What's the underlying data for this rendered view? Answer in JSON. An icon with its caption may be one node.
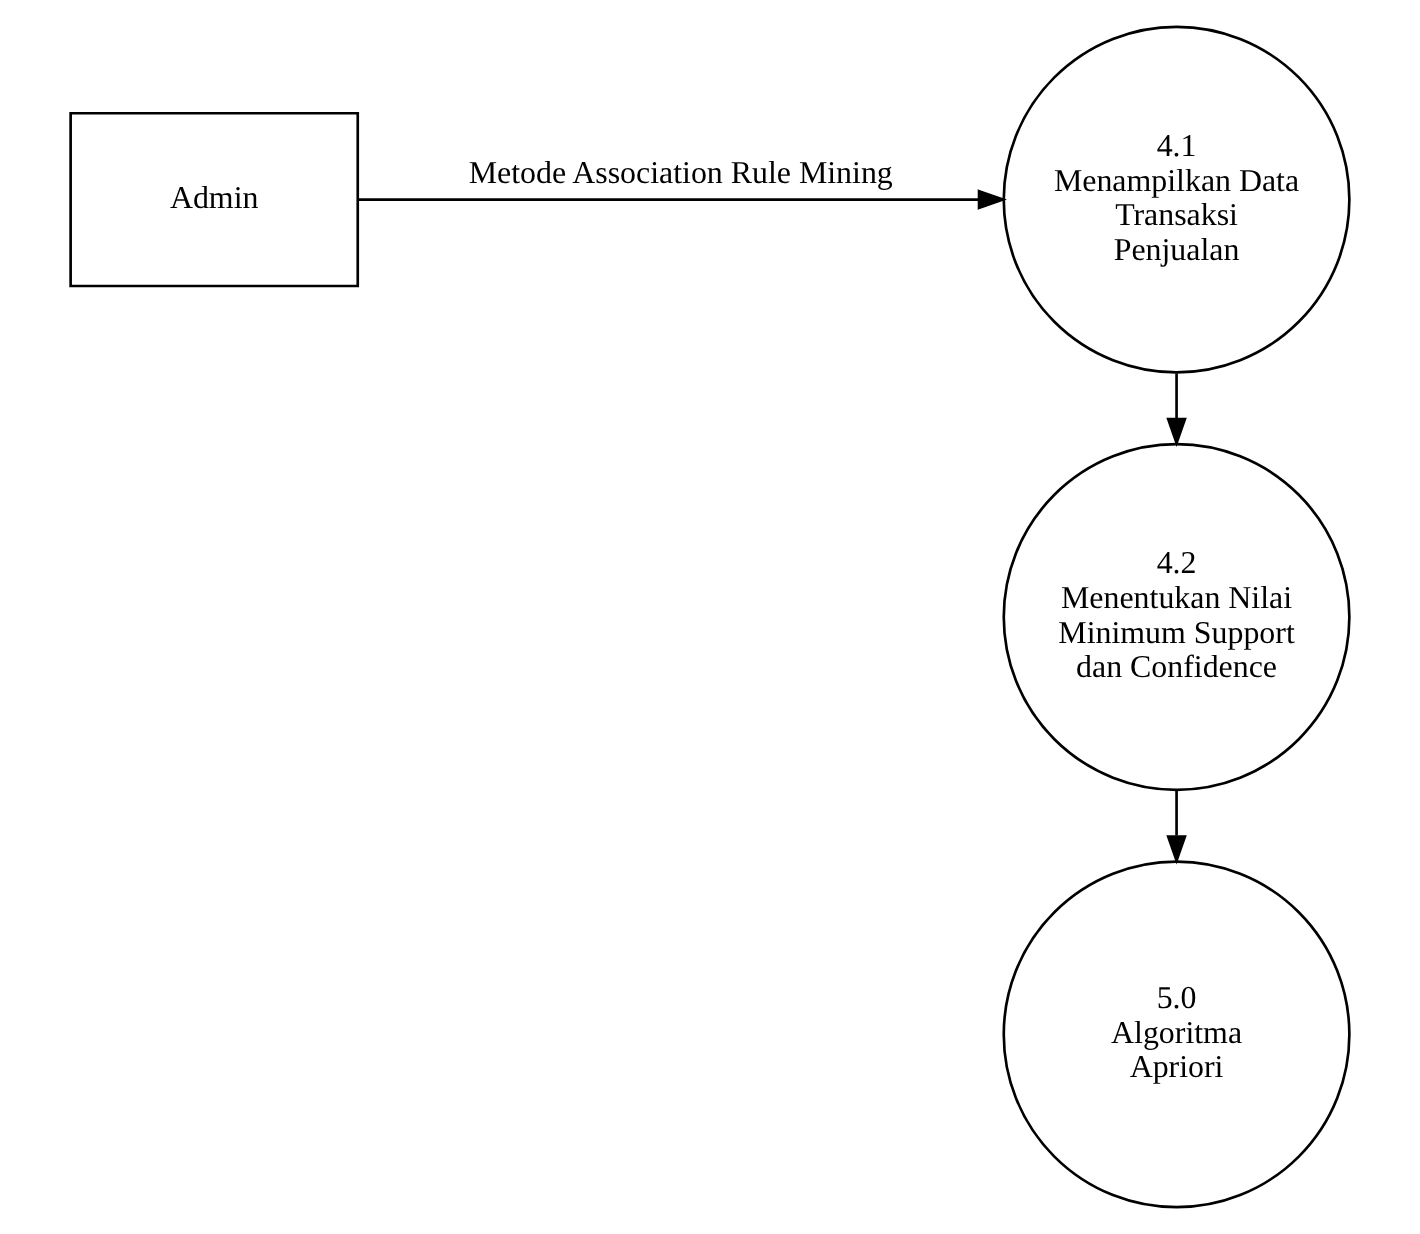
{
  "diagram": {
    "nodes": [
      {
        "text": [
          "Admin"
        ]
      },
      {
        "text": [
          "4.1",
          "Menampilkan Data Transaksi Penjualan"
        ]
      },
      {
        "text": [
          "4.2",
          "Menentukan Nilai Minimum Support dan Confidence"
        ]
      },
      {
        "text": [
          "5.0",
          "Algoritma Apriori"
        ]
      }
    ],
    "edges": [
      {
        "from": 0,
        "to": 1,
        "arrow": "to",
        "label": "Metode Association Rule Mining"
      },
      {
        "from": 1,
        "to": 2,
        "arrow": "to"
      },
      {
        "from": 2,
        "to": 3,
        "arrow": "to"
      }
    ]
  }
}
